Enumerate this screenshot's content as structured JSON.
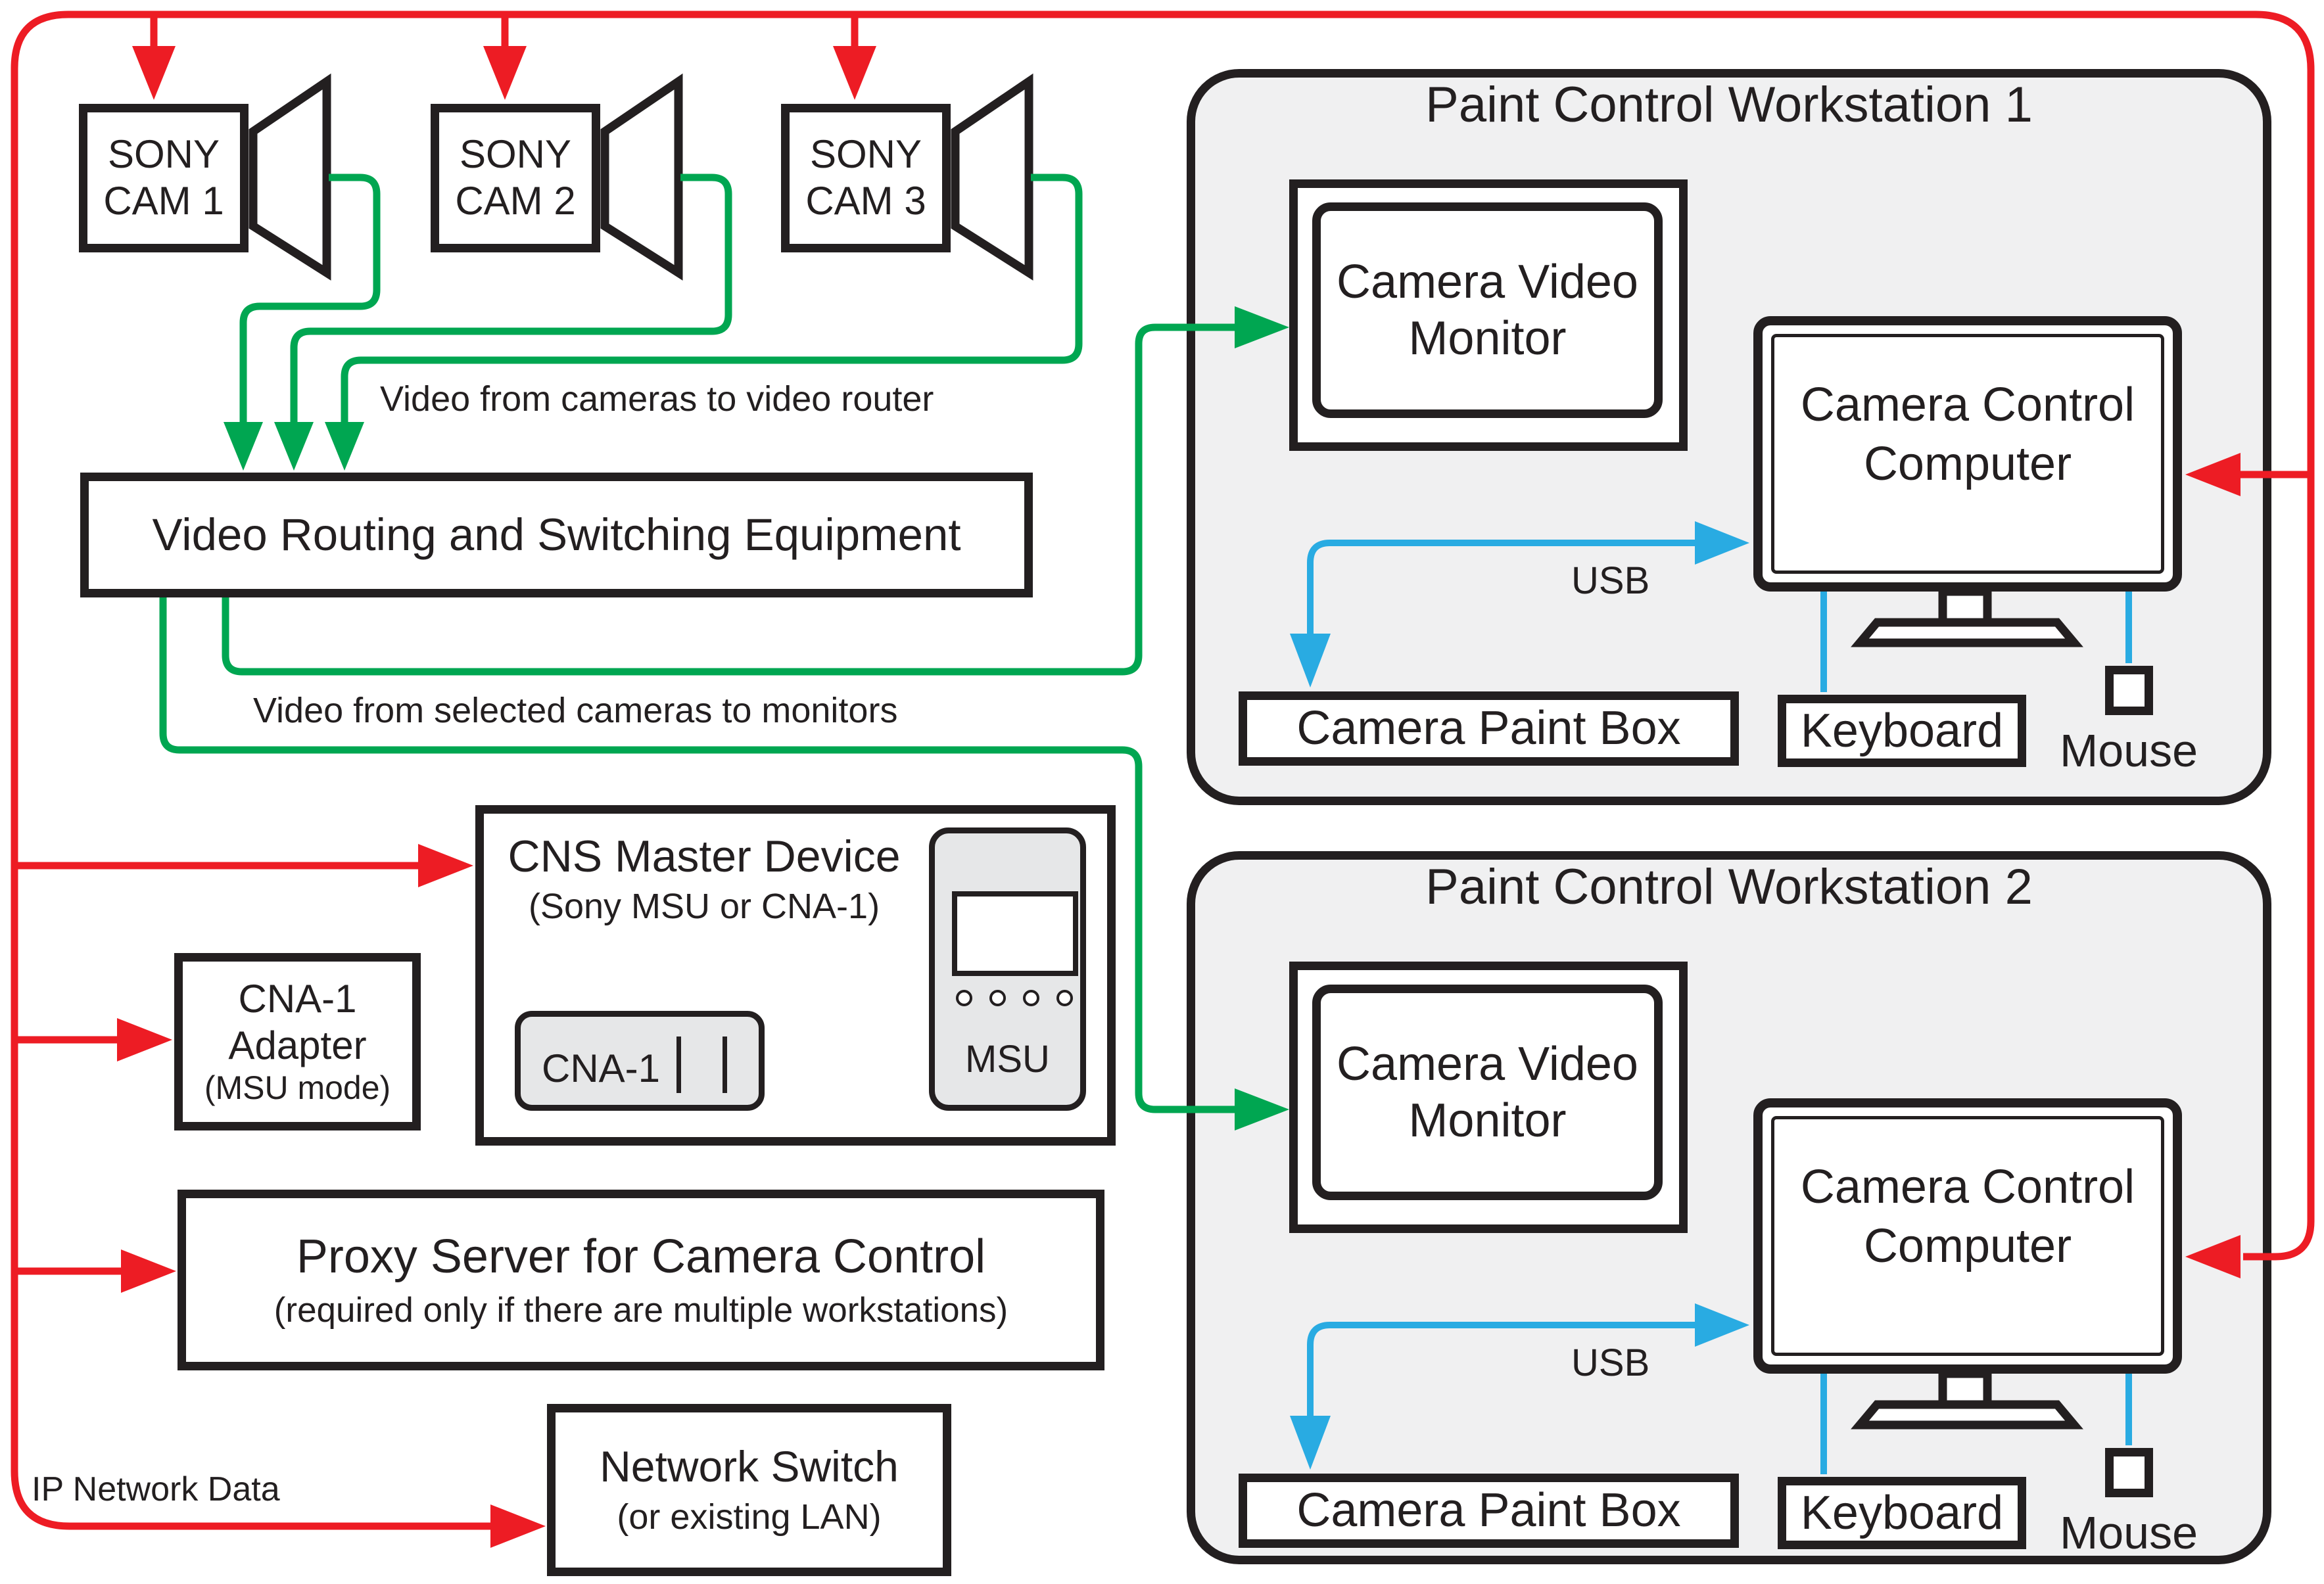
{
  "colors": {
    "red": "#ED1C24",
    "green": "#00A651",
    "blue": "#29ABE2",
    "black": "#231F20",
    "panel_gray": "#F0F0F1",
    "device_gray": "#E6E7E8"
  },
  "cameras": [
    {
      "line1": "SONY",
      "line2": "CAM 1"
    },
    {
      "line1": "SONY",
      "line2": "CAM 2"
    },
    {
      "line1": "SONY",
      "line2": "CAM 3"
    }
  ],
  "router": {
    "label": "Video Routing and Switching Equipment"
  },
  "labels": {
    "video_to_router": "Video from cameras to video router",
    "video_to_monitors": "Video from selected cameras to monitors",
    "ip_network": "IP Network Data"
  },
  "cns": {
    "title": "CNS Master Device",
    "subtitle": "(Sony MSU or CNA-1)",
    "cna_label": "CNA-1",
    "msu_label": "MSU"
  },
  "adapter": {
    "line1": "CNA-1",
    "line2": "Adapter",
    "line3": "(MSU mode)"
  },
  "proxy": {
    "title": "Proxy Server for Camera Control",
    "subtitle": "(required only if there are multiple workstations)"
  },
  "network_switch": {
    "title": "Network Switch",
    "subtitle": "(or existing LAN)"
  },
  "workstations": [
    {
      "title": "Paint Control Workstation 1",
      "monitor": "Camera Video Monitor",
      "computer": "Camera Control Computer",
      "paint_box": "Camera Paint Box",
      "keyboard": "Keyboard",
      "mouse": "Mouse",
      "usb": "USB"
    },
    {
      "title": "Paint Control Workstation 2",
      "monitor": "Camera Video Monitor",
      "computer": "Camera Control Computer",
      "paint_box": "Camera Paint Box",
      "keyboard": "Keyboard",
      "mouse": "Mouse",
      "usb": "USB"
    }
  ]
}
